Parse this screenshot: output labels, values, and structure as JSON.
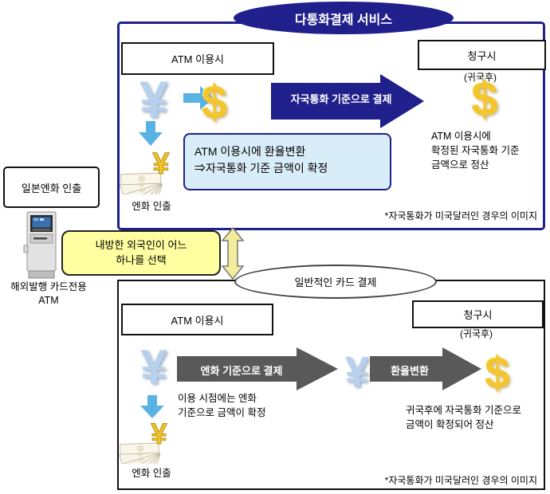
{
  "colors": {
    "navy": "#20208c",
    "info_box_fill": "#d9edf8",
    "light_blue_arrow": "#58b2e4",
    "yellow_box": "#ffffa1",
    "gray_arrow": "#595959",
    "gold": "#f2c62c",
    "yen_blue": "#b7d0ec"
  },
  "icons": {
    "yen_symbol": "¥",
    "dollar_symbol": "$"
  },
  "top_section": {
    "title": "다통화결제 서비스",
    "atm_use_box": "ATM 이용시",
    "billing_box": "청구시",
    "after_return": "(귀국후)",
    "payment_arrow": "자국통화 기준으로 결제",
    "info_line1": "ATM 이용시에 환율변환",
    "info_line2": "⇒자국통화 기준 금액이 확정",
    "yen_withdrawal": "엔화 인출",
    "settlement_line1": "ATM 이용시에",
    "settlement_line2": "확정된 자국통화 기준",
    "settlement_line3": "금액으로 정산",
    "footnote": "*자국통화가 미국달러인 경우의 이미지"
  },
  "left_panel": {
    "withdrawal_box": "일본엔화 인출",
    "atm_caption_line1": "해외발행 카드전용",
    "atm_caption_line2": "ATM",
    "choice_line1": "내방한 외국인이 어느",
    "choice_line2": "하나를 선택"
  },
  "bottom_section": {
    "title": "일반적인 카드 결제",
    "atm_use_box": "ATM 이용시",
    "billing_box": "청구시",
    "after_return": "(귀국후)",
    "payment_arrow": "엔화 기준으로 결제",
    "conversion_arrow": "환율변환",
    "fix_line1": "이용 시점에는 엔화",
    "fix_line2": "기준으로 금액이 확정",
    "yen_withdrawal": "엔화 인출",
    "settlement_line1": "귀국후에 자국통화 기준으로",
    "settlement_line2": "금액이 확정되어 정산",
    "footnote": "*자국통화가 미국달러인 경우의 이미지"
  }
}
